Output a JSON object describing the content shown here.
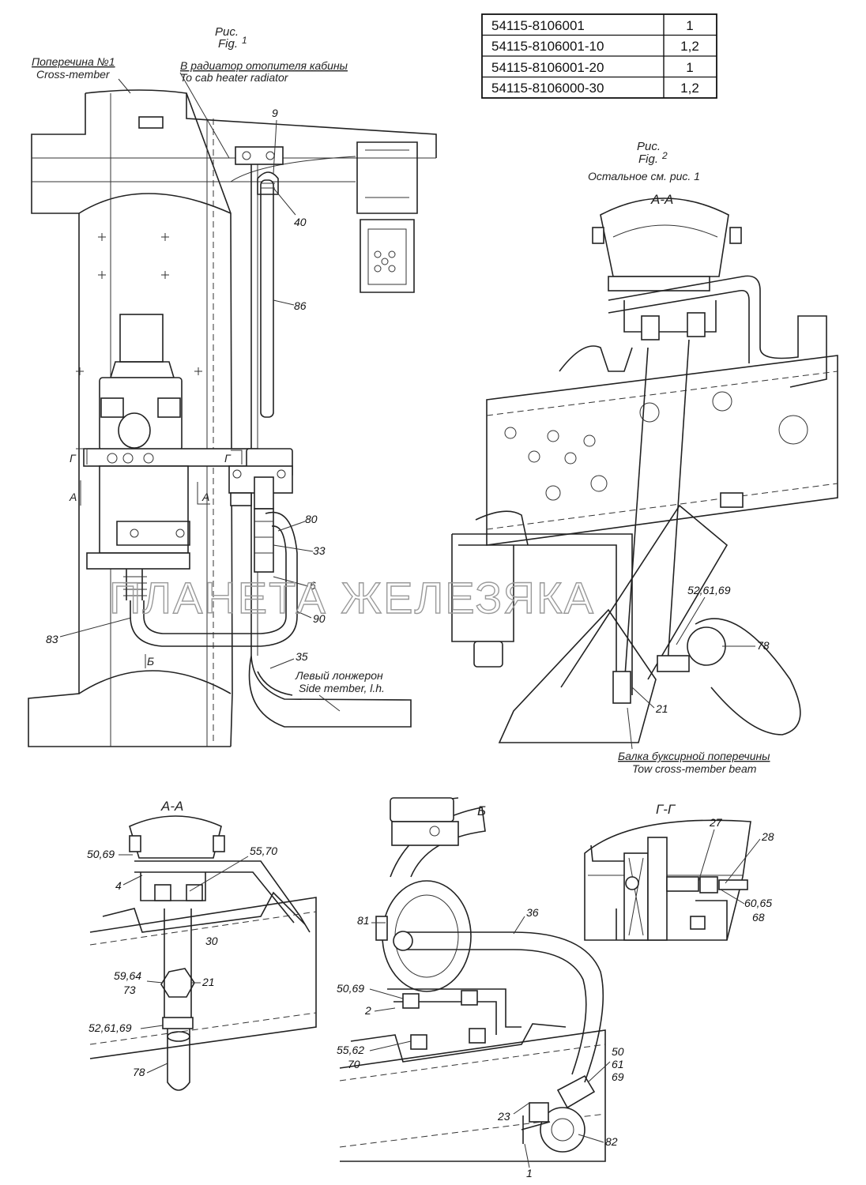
{
  "parts_table": {
    "rows": [
      {
        "part": "54115-8106001",
        "fig": "1"
      },
      {
        "part": "54115-8106001-10",
        "fig": "1,2"
      },
      {
        "part": "54115-8106001-20",
        "fig": "1"
      },
      {
        "part": "54115-8106000-30",
        "fig": "1,2"
      }
    ]
  },
  "fig1": {
    "title_ru": "Рис.",
    "title_en": "Fig.",
    "number": "1",
    "crossmember_ru": "Поперечина №1",
    "crossmember_en": "Cross-member",
    "radiator_ru": "В радиатор отопителя кабины",
    "radiator_en": "To cab heater radiator",
    "sidemember_ru": "Левый лонжерон",
    "sidemember_en": "Side member, l.h.",
    "section_g": "Г",
    "section_a": "А",
    "section_b": "Б",
    "callouts": {
      "c9": "9",
      "c40": "40",
      "c86": "86",
      "c80": "80",
      "c33": "33",
      "c6": "6",
      "c90": "90",
      "c83": "83",
      "c35": "35"
    }
  },
  "fig2": {
    "title_ru": "Рис.",
    "title_en": "Fig.",
    "number": "2",
    "note_ru": "Остальное см. рис. 1",
    "section": "А-А",
    "beam_ru": "Балка буксирной поперечины",
    "beam_en": "Tow cross-member beam",
    "callouts": {
      "c526169": "52,61,69",
      "c78": "78",
      "c21": "21"
    }
  },
  "view_aa": {
    "title": "А-А",
    "callouts": {
      "c5069": "50,69",
      "c4": "4",
      "c5570": "55,70",
      "c30": "30",
      "c5964": "59,64",
      "c73": "73",
      "c21": "21",
      "c526169": "52,61,69",
      "c78": "78"
    }
  },
  "view_b": {
    "title": "Б",
    "callouts": {
      "c36": "36",
      "c81": "81",
      "c5069": "50,69",
      "c2": "2",
      "c5562": "55,62",
      "c70": "70",
      "c50": "50",
      "c61": "61",
      "c69": "69",
      "c23": "23",
      "c82": "82",
      "c1": "1"
    }
  },
  "view_gg": {
    "title": "Г-Г",
    "callouts": {
      "c27": "27",
      "c28": "28",
      "c6065": "60,65",
      "c68": "68"
    }
  },
  "watermark": "ПЛАНЕТА ЖЕЛЕЗЯКА"
}
